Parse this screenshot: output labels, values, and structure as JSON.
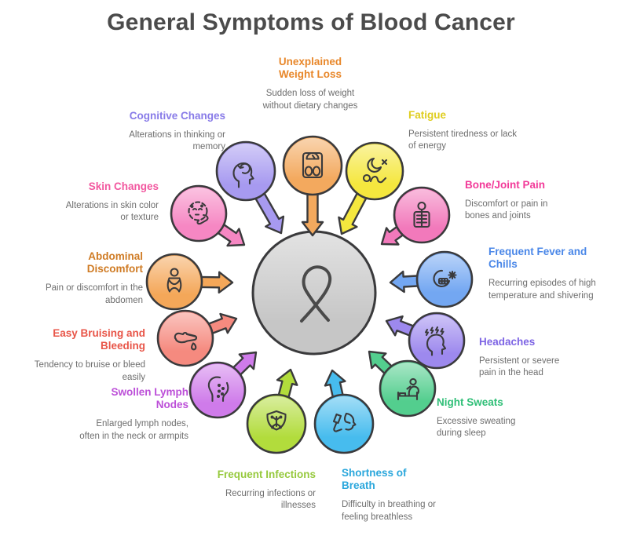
{
  "title": "General Symptoms of Blood Cancer",
  "colors": {
    "heading_text": "#4B4B4B",
    "description_text": "#6E6E6E",
    "outline": "#3A3A3C",
    "center_circle_fill": "#C6C6C6"
  },
  "center": {
    "icon": "awareness-ribbon-icon"
  },
  "symptoms": [
    {
      "id": "unexplained-weight-loss",
      "label": "Unexplained Weight Loss",
      "description": "Sudden loss of weight without dietary changes",
      "color": "#E8872A",
      "circle_color": "#F3A95E",
      "icon": "weight-scale-icon"
    },
    {
      "id": "fatigue",
      "label": "Fatigue",
      "description": "Persistent tiredness or lack of energy",
      "color": "#DFCD1F",
      "circle_color": "#F5E73E",
      "icon": "moon-fatigue-icon"
    },
    {
      "id": "bone-joint-pain",
      "label": "Bone/Joint Pain",
      "description": "Discomfort or pain in bones and joints",
      "color": "#F23A99",
      "circle_color": "#F279BB",
      "icon": "xray-bone-icon"
    },
    {
      "id": "frequent-fever-and-chills",
      "label": "Frequent Fever and Chills",
      "description": "Recurring episodes of high temperature and shivering",
      "color": "#4A87E8",
      "circle_color": "#73A7F2",
      "icon": "fever-chills-face-icon"
    },
    {
      "id": "headaches",
      "label": "Headaches",
      "description": "Persistent or severe pain in the head",
      "color": "#7D64E4",
      "circle_color": "#9D89EE",
      "icon": "headache-bolts-icon"
    },
    {
      "id": "night-sweats",
      "label": "Night Sweats",
      "description": "Excessive sweating during sleep",
      "color": "#2FBF77",
      "circle_color": "#53CE8E",
      "icon": "night-sweats-bed-icon"
    },
    {
      "id": "shortness-of-breath",
      "label": "Shortness of Breath",
      "description": "Difficulty in breathing or feeling breathless",
      "color": "#2AA7DC",
      "circle_color": "#47BCEE",
      "icon": "inhaler-breath-icon"
    },
    {
      "id": "frequent-infections",
      "label": "Frequent Infections",
      "description": "Recurring infections or illnesses",
      "color": "#96C93D",
      "circle_color": "#B2DC3C",
      "icon": "shield-virus-icon"
    },
    {
      "id": "swollen-lymph-nodes",
      "label": "Swollen Lymph Nodes",
      "description": "Enlarged lymph nodes, often in the neck or armpits",
      "color": "#BC4FD8",
      "circle_color": "#CF7BEA",
      "icon": "lymph-node-profile-icon"
    },
    {
      "id": "easy-bruising-and-bleeding",
      "label": "Easy Bruising and Bleeding",
      "description": "Tendency to bruise or bleed easily",
      "color": "#E85548",
      "circle_color": "#F58A7F",
      "icon": "hand-bleeding-icon"
    },
    {
      "id": "abdominal-discomfort",
      "label": "Abdominal Discomfort",
      "description": "Pain or discomfort in the abdomen",
      "color": "#CF7B24",
      "circle_color": "#F4A759",
      "icon": "abdominal-pain-person-icon"
    },
    {
      "id": "skin-changes",
      "label": "Skin Changes",
      "description": "Alterations in skin color or texture",
      "color": "#F2579F",
      "circle_color": "#F687C3",
      "icon": "skin-face-icon"
    },
    {
      "id": "cognitive-changes",
      "label": "Cognitive Changes",
      "description": "Alterations in thinking or memory",
      "color": "#887BE8",
      "circle_color": "#A79AF0",
      "icon": "cognitive-head-icon"
    }
  ]
}
